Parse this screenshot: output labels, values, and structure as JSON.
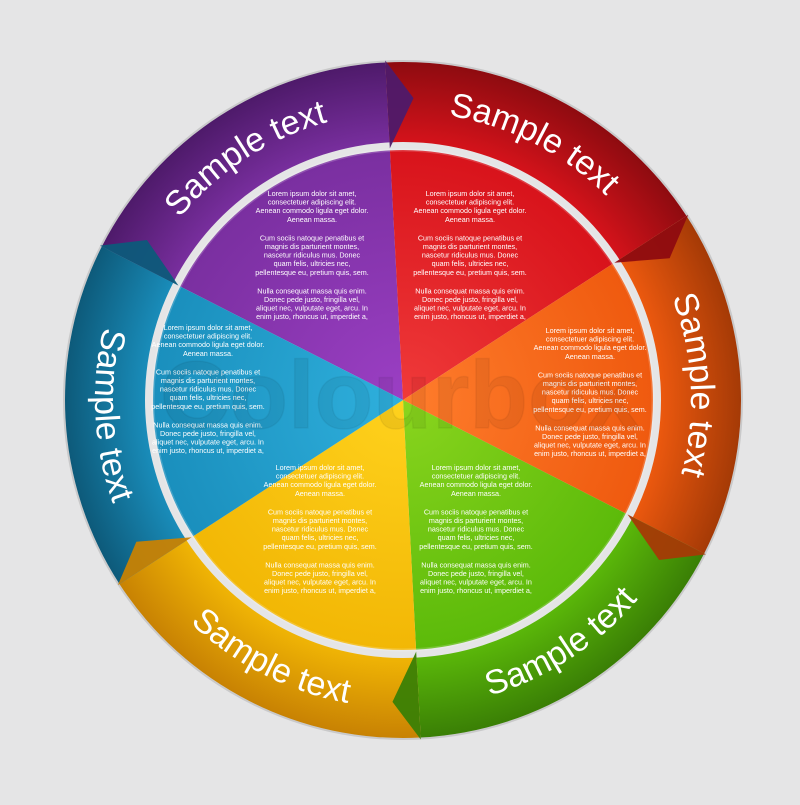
{
  "watermark": "Colourbox",
  "segments": [
    {
      "id": "purple",
      "color": "#7a2fa0",
      "light": "#9b3fc4",
      "dark": "#4e1a6a",
      "icon": "ribbon-arrow-icon",
      "label": "Sample text",
      "paragraphs": [
        [
          "Lorem ipsum dolor sit amet,",
          "consectetuer adipiscing elit.",
          "Aenean commodo ligula eget dolor.",
          "Aenean massa."
        ],
        [
          "Cum sociis natoque penatibus et",
          "magnis dis parturient montes,",
          "nascetur ridiculus mus. Donec",
          "quam felis, ultricies nec,",
          "pellentesque eu, pretium quis, sem."
        ],
        [
          "Nulla consequat massa quis enim.",
          "Donec pede justo, fringilla vel,",
          "aliquet nec, vulputate eget, arcu. In",
          "enim justo, rhoncus ut, imperdiet a,"
        ]
      ]
    },
    {
      "id": "red",
      "color": "#d8131b",
      "light": "#f03a3a",
      "dark": "#8e0b10",
      "icon": "ribbon-arrow-icon",
      "label": "Sample text",
      "paragraphs": [
        [
          "Lorem ipsum dolor sit amet,",
          "consectetuer adipiscing elit.",
          "Aenean commodo ligula eget dolor.",
          "Aenean massa."
        ],
        [
          "Cum sociis natoque penatibus et",
          "magnis dis parturient montes,",
          "nascetur ridiculus mus. Donec",
          "quam felis, ultricies nec,",
          "pellentesque eu, pretium quis, sem."
        ],
        [
          "Nulla consequat massa quis enim.",
          "Donec pede justo, fringilla vel,",
          "aliquet nec, vulputate eget, arcu. In",
          "enim justo, rhoncus ut, imperdiet a,"
        ]
      ]
    },
    {
      "id": "orange",
      "color": "#ef5a0f",
      "light": "#ff7d2c",
      "dark": "#a53a06",
      "icon": "ribbon-arrow-icon",
      "label": "Sample text",
      "paragraphs": [
        [
          "Lorem ipsum dolor sit amet,",
          "consectetuer adipiscing elit.",
          "Aenean commodo ligula eget dolor.",
          "Aenean massa."
        ],
        [
          "Cum sociis natoque penatibus et",
          "magnis dis parturient montes,",
          "nascetur ridiculus mus. Donec",
          "quam felis, ultricies nec,",
          "pellentesque eu, pretium quis, sem."
        ],
        [
          "Nulla consequat massa quis enim.",
          "Donec pede justo, fringilla vel,",
          "aliquet nec, vulputate eget, arcu. In",
          "enim justo, rhoncus ut, imperdiet a,"
        ]
      ]
    },
    {
      "id": "green",
      "color": "#5cba0a",
      "light": "#8ad51e",
      "dark": "#3a7f05",
      "icon": "ribbon-arrow-icon",
      "label": "Sample text",
      "paragraphs": [
        [
          "Lorem ipsum dolor sit amet,",
          "consectetuer adipiscing elit.",
          "Aenean commodo ligula eget dolor.",
          "Aenean massa."
        ],
        [
          "Cum sociis natoque penatibus et",
          "magnis dis parturient montes,",
          "nascetur ridiculus mus. Donec",
          "quam felis, ultricies nec,",
          "pellentesque eu, pretium quis, sem."
        ],
        [
          "Nulla consequat massa quis enim.",
          "Donec pede justo, fringilla vel,",
          "aliquet nec, vulputate eget, arcu. In",
          "enim justo, rhoncus ut, imperdiet a,"
        ]
      ]
    },
    {
      "id": "yellow",
      "color": "#f2b705",
      "light": "#ffd21d",
      "dark": "#c88203",
      "icon": "ribbon-arrow-icon",
      "label": "Sample text",
      "paragraphs": [
        [
          "Lorem ipsum dolor sit amet,",
          "consectetuer adipiscing elit.",
          "Aenean commodo ligula eget dolor.",
          "Aenean massa."
        ],
        [
          "Cum sociis natoque penatibus et",
          "magnis dis parturient montes,",
          "nascetur ridiculus mus. Donec",
          "quam felis, ultricies nec,",
          "pellentesque eu, pretium quis, sem."
        ],
        [
          "Nulla consequat massa quis enim.",
          "Donec pede justo, fringilla vel,",
          "aliquet nec, vulputate eget, arcu. In",
          "enim justo, rhoncus ut, imperdiet a,"
        ]
      ]
    },
    {
      "id": "blue",
      "color": "#1a8fbd",
      "light": "#2fb0dd",
      "dark": "#0d5a7a",
      "icon": "ribbon-arrow-icon",
      "label": "Sample text",
      "paragraphs": [
        [
          "Lorem ipsum dolor sit amet,",
          "consectetuer adipiscing elit.",
          "Aenean commodo ligula eget dolor.",
          "Aenean massa."
        ],
        [
          "Cum sociis natoque penatibus et",
          "magnis dis parturient montes,",
          "nascetur ridiculus mus. Donec",
          "quam felis, ultricies nec,",
          "pellentesque eu, pretium quis, sem."
        ],
        [
          "Nulla consequat massa quis enim.",
          "Donec pede justo, fringilla vel,",
          "aliquet nec, vulputate eget, arcu. In",
          "enim justo, rhoncus ut, imperdiet a,"
        ]
      ]
    }
  ]
}
